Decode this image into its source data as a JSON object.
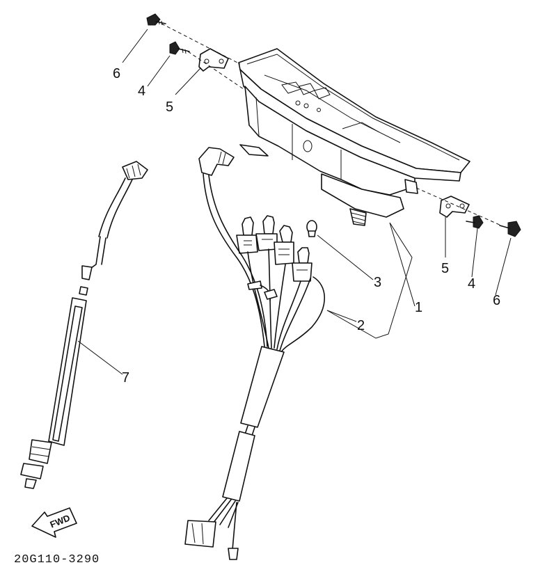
{
  "diagram": {
    "callouts": {
      "c1": "1",
      "c2": "2",
      "c3": "3",
      "c4_left": "4",
      "c4_right": "4",
      "c5_left": "5",
      "c5_right": "5",
      "c6_left": "6",
      "c6_right": "6",
      "c7": "7"
    },
    "fwd_label": "FWD",
    "drawing_code": "20G110-3290"
  }
}
